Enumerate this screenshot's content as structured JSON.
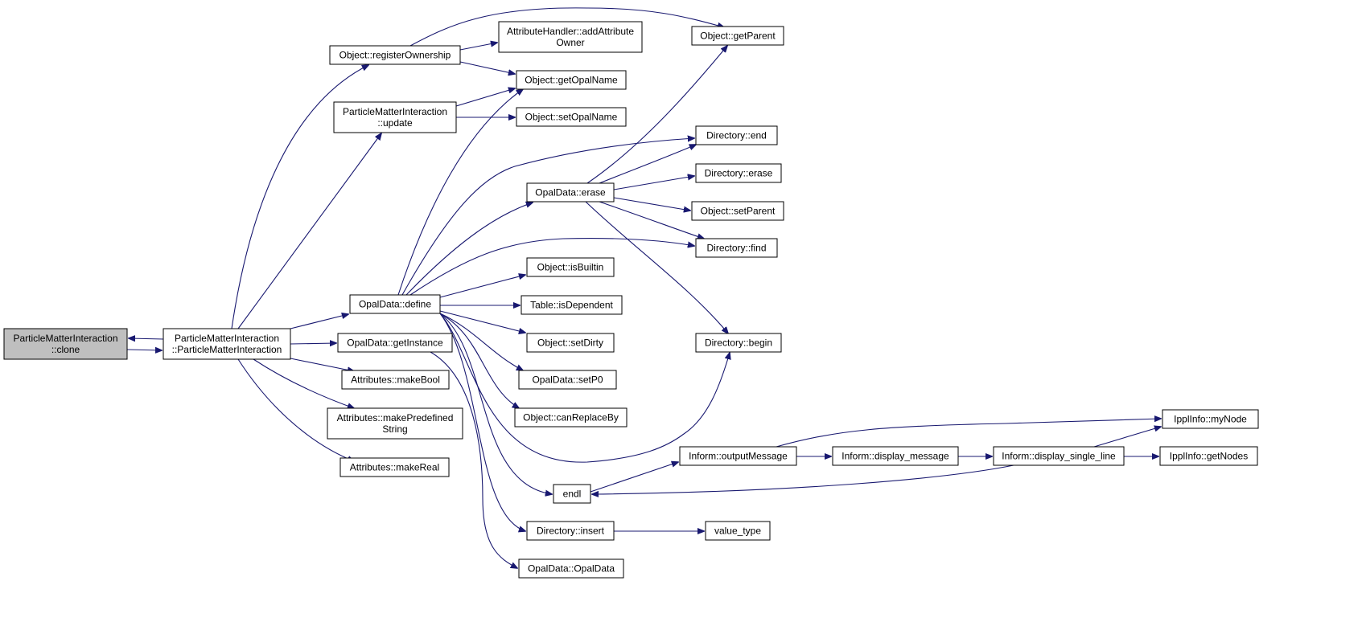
{
  "diagram": {
    "type": "call-graph",
    "colors": {
      "node_fill": "#ffffff",
      "root_fill": "#bfbfbf",
      "border": "#000000",
      "edge": "#191970"
    },
    "nodes": [
      {
        "id": "pmi_clone",
        "lines": [
          "ParticleMatterInteraction",
          "::clone"
        ],
        "root": true
      },
      {
        "id": "pmi_ctor",
        "lines": [
          "ParticleMatterInteraction",
          "::ParticleMatterInteraction"
        ]
      },
      {
        "id": "obj_regown",
        "lines": [
          "Object::registerOwnership"
        ]
      },
      {
        "id": "attrh_addowner",
        "lines": [
          "AttributeHandler::addAttribute",
          "Owner"
        ]
      },
      {
        "id": "obj_getparent",
        "lines": [
          "Object::getParent"
        ]
      },
      {
        "id": "obj_getopalname",
        "lines": [
          "Object::getOpalName"
        ]
      },
      {
        "id": "pmi_update",
        "lines": [
          "ParticleMatterInteraction",
          "::update"
        ]
      },
      {
        "id": "obj_setopalname",
        "lines": [
          "Object::setOpalName"
        ]
      },
      {
        "id": "dir_end",
        "lines": [
          "Directory::end"
        ]
      },
      {
        "id": "opal_erase",
        "lines": [
          "OpalData::erase"
        ]
      },
      {
        "id": "dir_erase",
        "lines": [
          "Directory::erase"
        ]
      },
      {
        "id": "obj_setparent",
        "lines": [
          "Object::setParent"
        ]
      },
      {
        "id": "dir_find",
        "lines": [
          "Directory::find"
        ]
      },
      {
        "id": "obj_isbuiltin",
        "lines": [
          "Object::isBuiltin"
        ]
      },
      {
        "id": "opal_define",
        "lines": [
          "OpalData::define"
        ]
      },
      {
        "id": "table_isdep",
        "lines": [
          "Table::isDependent"
        ]
      },
      {
        "id": "opal_getinst",
        "lines": [
          "OpalData::getInstance"
        ]
      },
      {
        "id": "obj_setdirty",
        "lines": [
          "Object::setDirty"
        ]
      },
      {
        "id": "dir_begin",
        "lines": [
          "Directory::begin"
        ]
      },
      {
        "id": "attr_makebool",
        "lines": [
          "Attributes::makeBool"
        ]
      },
      {
        "id": "opal_setp0",
        "lines": [
          "OpalData::setP0"
        ]
      },
      {
        "id": "attr_makepredef",
        "lines": [
          "Attributes::makePredefined",
          "String"
        ]
      },
      {
        "id": "obj_canreplace",
        "lines": [
          "Object::canReplaceBy"
        ]
      },
      {
        "id": "ippl_mynode",
        "lines": [
          "IpplInfo::myNode"
        ]
      },
      {
        "id": "inform_outmsg",
        "lines": [
          "Inform::outputMessage"
        ]
      },
      {
        "id": "inform_dispmsg",
        "lines": [
          "Inform::display_message"
        ]
      },
      {
        "id": "inform_dispsingle",
        "lines": [
          "Inform::display_single_line"
        ]
      },
      {
        "id": "ippl_getnodes",
        "lines": [
          "IpplInfo::getNodes"
        ]
      },
      {
        "id": "attr_makereal",
        "lines": [
          "Attributes::makeReal"
        ]
      },
      {
        "id": "endl",
        "lines": [
          "endl"
        ]
      },
      {
        "id": "dir_insert",
        "lines": [
          "Directory::insert"
        ]
      },
      {
        "id": "value_type",
        "lines": [
          "value_type"
        ]
      },
      {
        "id": "opal_ctor",
        "lines": [
          "OpalData::OpalData"
        ]
      }
    ],
    "edges": [
      {
        "from": "pmi_ctor",
        "to": "pmi_clone"
      },
      {
        "from": "pmi_clone",
        "to": "pmi_ctor"
      },
      {
        "from": "pmi_ctor",
        "to": "obj_regown"
      },
      {
        "from": "pmi_ctor",
        "to": "pmi_update"
      },
      {
        "from": "pmi_ctor",
        "to": "opal_define"
      },
      {
        "from": "pmi_ctor",
        "to": "opal_getinst"
      },
      {
        "from": "pmi_ctor",
        "to": "attr_makebool"
      },
      {
        "from": "pmi_ctor",
        "to": "attr_makepredef"
      },
      {
        "from": "pmi_ctor",
        "to": "attr_makereal"
      },
      {
        "from": "obj_regown",
        "to": "attrh_addowner"
      },
      {
        "from": "obj_regown",
        "to": "obj_getparent"
      },
      {
        "from": "obj_regown",
        "to": "obj_getopalname"
      },
      {
        "from": "pmi_update",
        "to": "obj_getopalname"
      },
      {
        "from": "pmi_update",
        "to": "obj_setopalname"
      },
      {
        "from": "opal_define",
        "to": "obj_getopalname"
      },
      {
        "from": "opal_define",
        "to": "dir_end"
      },
      {
        "from": "opal_define",
        "to": "opal_erase"
      },
      {
        "from": "opal_define",
        "to": "dir_find"
      },
      {
        "from": "opal_define",
        "to": "obj_isbuiltin"
      },
      {
        "from": "opal_define",
        "to": "table_isdep"
      },
      {
        "from": "opal_define",
        "to": "obj_setdirty"
      },
      {
        "from": "opal_define",
        "to": "opal_setp0"
      },
      {
        "from": "opal_define",
        "to": "obj_canreplace"
      },
      {
        "from": "opal_define",
        "to": "dir_begin"
      },
      {
        "from": "opal_define",
        "to": "endl"
      },
      {
        "from": "opal_define",
        "to": "dir_insert"
      },
      {
        "from": "opal_erase",
        "to": "obj_getparent"
      },
      {
        "from": "opal_erase",
        "to": "dir_end"
      },
      {
        "from": "opal_erase",
        "to": "dir_erase"
      },
      {
        "from": "opal_erase",
        "to": "obj_setparent"
      },
      {
        "from": "opal_erase",
        "to": "dir_find"
      },
      {
        "from": "opal_erase",
        "to": "dir_begin"
      },
      {
        "from": "opal_getinst",
        "to": "opal_ctor"
      },
      {
        "from": "endl",
        "to": "inform_outmsg"
      },
      {
        "from": "inform_outmsg",
        "to": "ippl_mynode"
      },
      {
        "from": "inform_outmsg",
        "to": "inform_dispmsg"
      },
      {
        "from": "inform_dispmsg",
        "to": "inform_dispsingle"
      },
      {
        "from": "inform_dispsingle",
        "to": "ippl_mynode"
      },
      {
        "from": "inform_dispsingle",
        "to": "ippl_getnodes"
      },
      {
        "from": "inform_dispsingle",
        "to": "endl"
      },
      {
        "from": "dir_insert",
        "to": "value_type"
      }
    ]
  }
}
